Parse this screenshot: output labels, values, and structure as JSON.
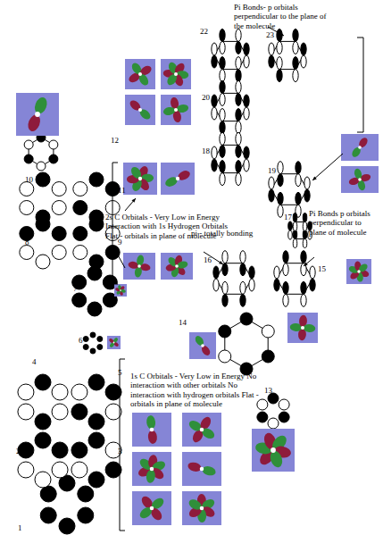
{
  "diagram": {
    "labels": [
      "Pi Bonds- p orbitals perpendicular to the plane of the molecule",
      "22",
      "23",
      "20",
      "18",
      "12",
      "10",
      "11",
      "2s C Orbitals - Very Low in Energy Interaction with 1s Hydrogen Orbitals Flat - orbitals in plane of molecule",
      "19",
      "Pi Bonds p orbitals perpendicular to plane of molecule",
      "17",
      "pi - totally bonding",
      "8",
      "9",
      "16",
      "15",
      "7",
      "14",
      "6",
      "1s C Orbitals - Very Low in Energy No interaction with other orbitals No interaction with hydrogen orbitals Flat - orbitals in plane of molecule",
      "4",
      "5",
      "13",
      "2",
      "3",
      "1"
    ]
  }
}
